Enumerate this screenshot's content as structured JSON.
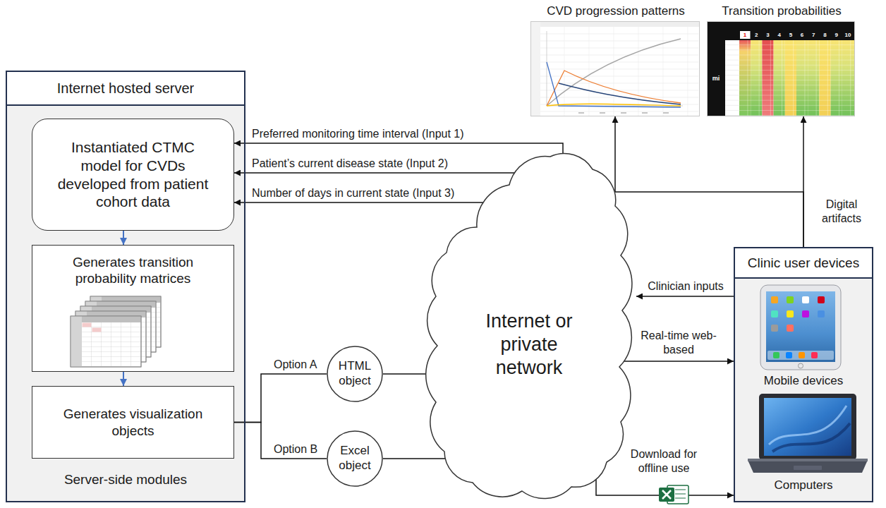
{
  "diagram": {
    "nodes": [
      {
        "text": [
          "Server-side modules"
        ]
      },
      {
        "text": [
          "Internet hosted server"
        ],
        "in": 0
      },
      {
        "text": [
          "Instantiated CTMC model for CVDs developed from patient cohort data"
        ],
        "in": 0
      },
      {
        "text": [
          "Generates transition probability matrices"
        ],
        "in": 0
      },
      {
        "text": [
          "Generates visualization objects"
        ],
        "in": 0
      },
      {
        "text": [
          "HTML object"
        ]
      },
      {
        "text": [
          "Excel object"
        ]
      },
      {
        "text": [
          "Internet or private network"
        ]
      },
      {
        "text": [
          "Mobile devices",
          "Computers"
        ]
      },
      {
        "text": [
          "Clinic user devices"
        ],
        "in": 8
      },
      {
        "text": [
          "CVD progression patterns"
        ]
      },
      {
        "text": [
          "Transition probabilities"
        ]
      }
    ],
    "edges": [
      {
        "from": 7,
        "to": 2,
        "label": "Preferred monitoring time interval (Input 1)",
        "arrow": "to"
      },
      {
        "from": 7,
        "to": 2,
        "label": "Patient’s current disease state (Input 2)",
        "arrow": "to"
      },
      {
        "from": 7,
        "to": 2,
        "label": "Number of days in current state (Input 3)",
        "arrow": "to"
      },
      {
        "from": 2,
        "to": 3,
        "arrow": "to"
      },
      {
        "from": 3,
        "to": 4,
        "arrow": "to"
      },
      {
        "from": 4,
        "to": 5,
        "label": "Option A",
        "arrow": "none"
      },
      {
        "from": 4,
        "to": 6,
        "label": "Option B",
        "arrow": "none"
      },
      {
        "from": 5,
        "to": 7,
        "arrow": "none"
      },
      {
        "from": 6,
        "to": 8,
        "label": "Download for offline use",
        "arrow": "to"
      },
      {
        "from": 7,
        "to": 8,
        "label": "Real-time web-based",
        "arrow": "to"
      },
      {
        "from": 8,
        "to": 7,
        "label": "Clinician inputs",
        "arrow": "to"
      },
      {
        "from": 8,
        "to": 10,
        "arrow": "to"
      },
      {
        "from": 8,
        "to": 11,
        "label": "Digital artifacts",
        "arrow": "to"
      }
    ],
    "labels": [
      "1",
      "2",
      "3",
      "4",
      "5",
      "6",
      "7",
      "8",
      "9",
      "10",
      "mi"
    ]
  }
}
